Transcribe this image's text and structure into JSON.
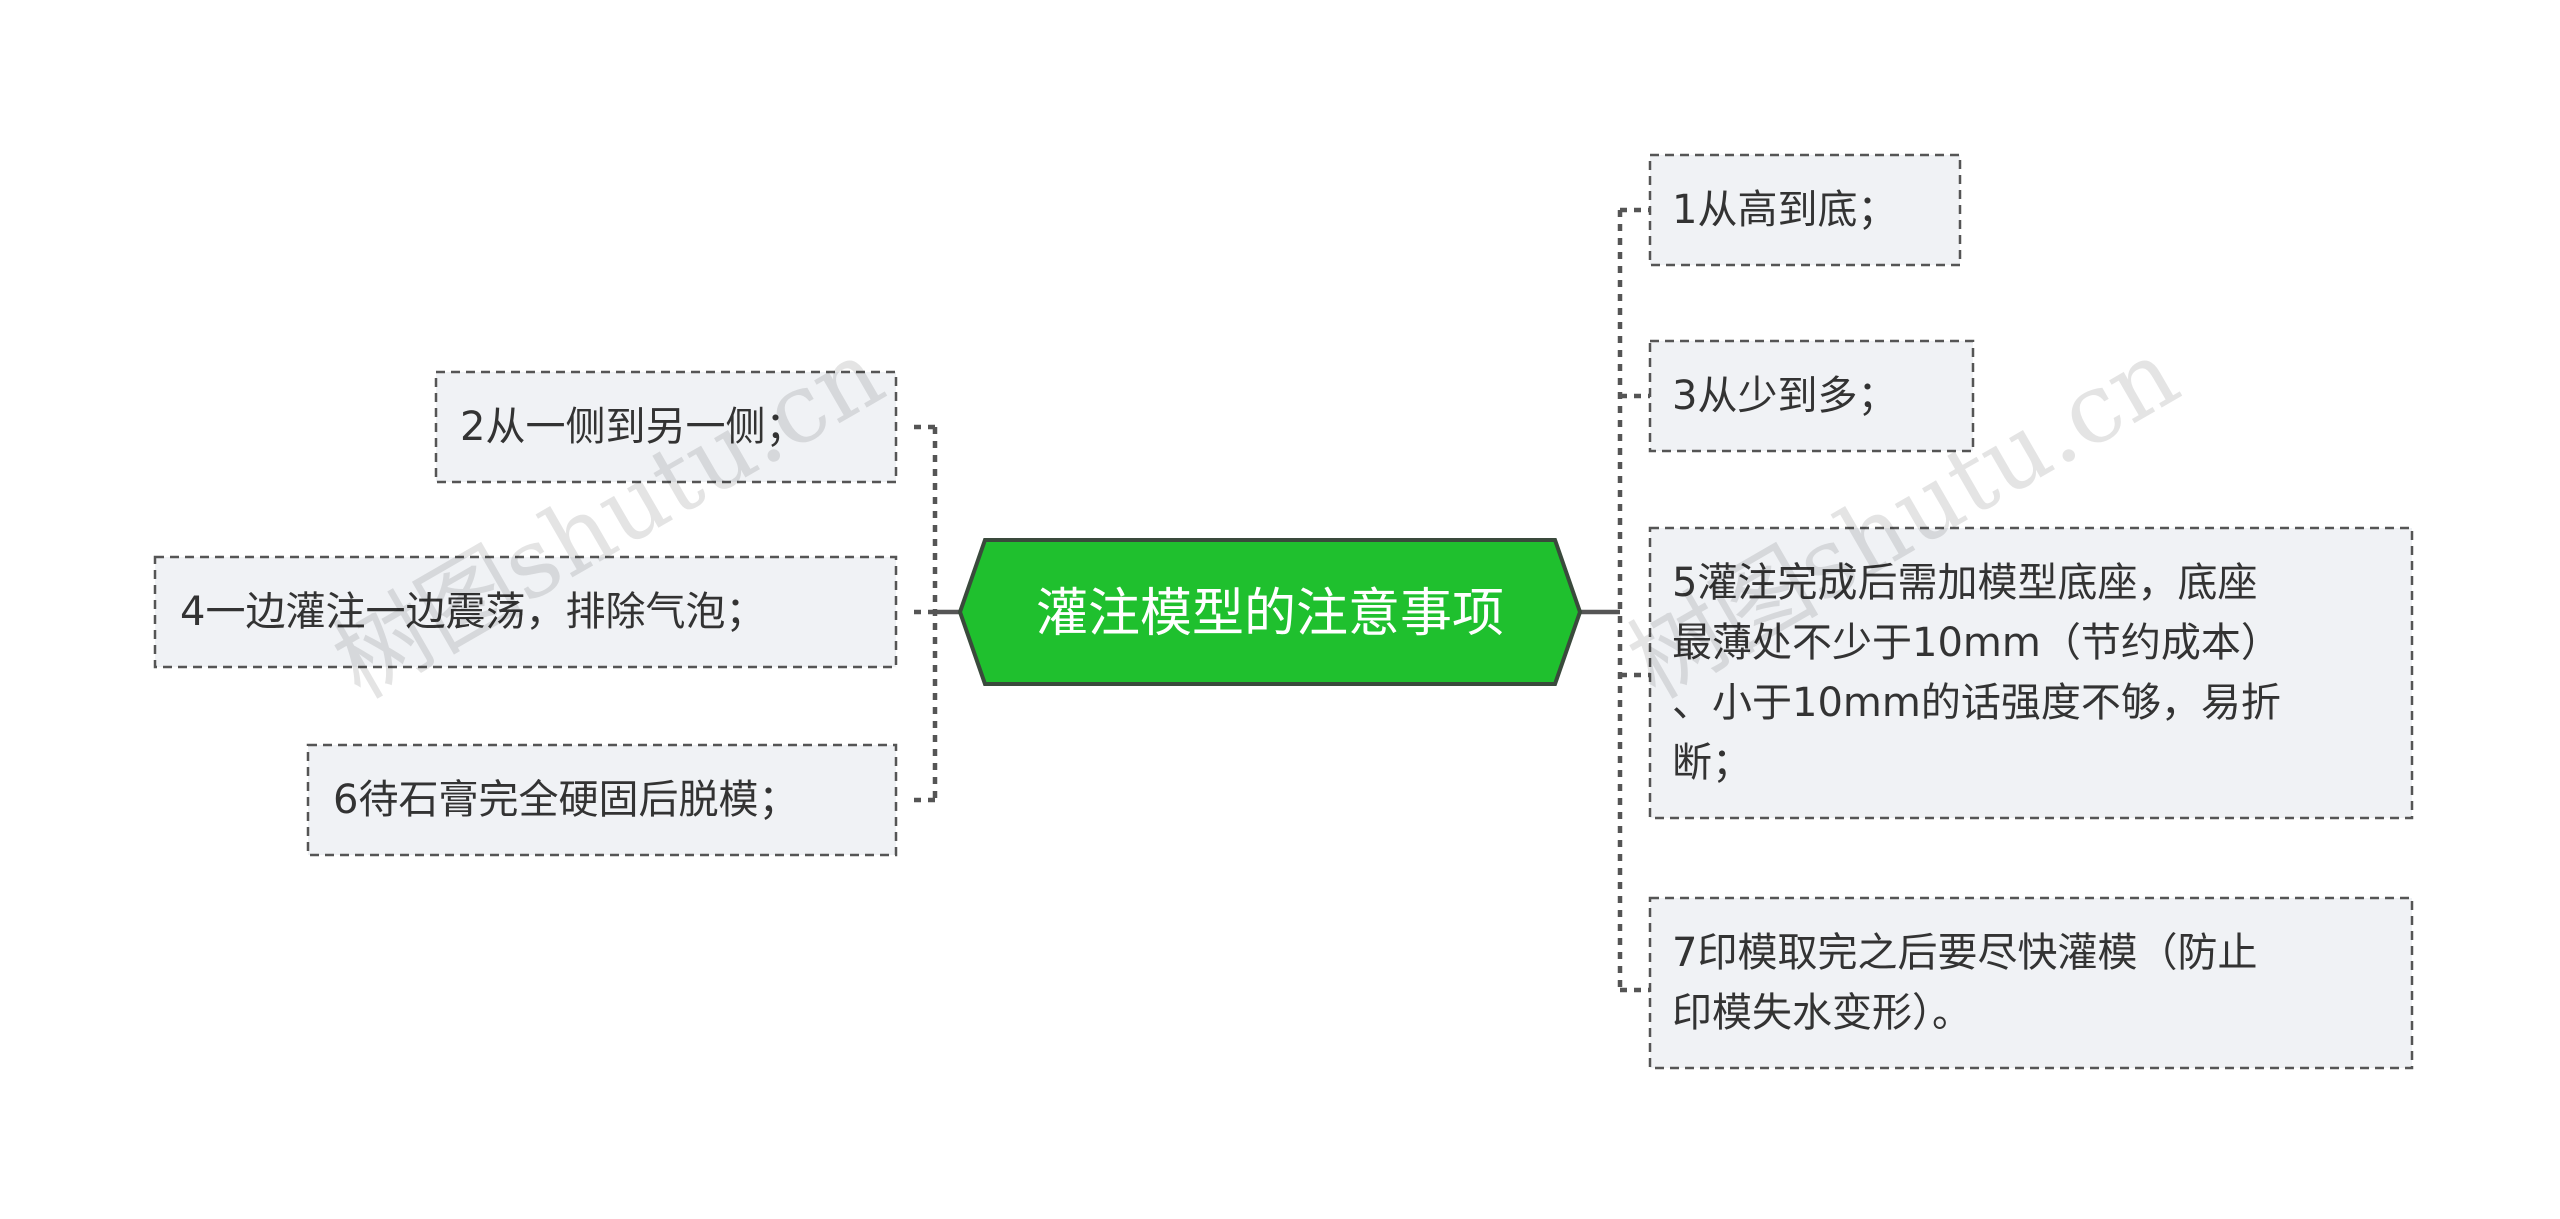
{
  "mindmap": {
    "root": {
      "label": "灌注模型的注意事项",
      "fill_color": "#1fc02e",
      "border_color": "#3a4a3c"
    },
    "right_branches": [
      {
        "id": "r1",
        "lines": [
          "1从高到底；"
        ]
      },
      {
        "id": "r2",
        "lines": [
          "3从少到多；"
        ]
      },
      {
        "id": "r3",
        "lines": [
          "5灌注完成后需加模型底座，底座",
          "最薄处不少于10mm（节约成本）",
          "、小于10mm的话强度不够，易折",
          "断；"
        ]
      },
      {
        "id": "r4",
        "lines": [
          "7印模取完之后要尽快灌模（防止",
          "印模失水变形）。"
        ]
      }
    ],
    "left_branches": [
      {
        "id": "l1",
        "lines": [
          "2从一侧到另一侧；"
        ]
      },
      {
        "id": "l2",
        "lines": [
          "4一边灌注一边震荡，排除气泡；"
        ]
      },
      {
        "id": "l3",
        "lines": [
          "6待石膏完全硬固后脱模；"
        ]
      }
    ],
    "colors": {
      "node_fill": "#f0f2f5",
      "node_border": "#555555",
      "connector": "#555555",
      "text": "#333333"
    }
  },
  "watermarks": [
    "树图shutu.cn",
    "树图shutu.cn"
  ]
}
